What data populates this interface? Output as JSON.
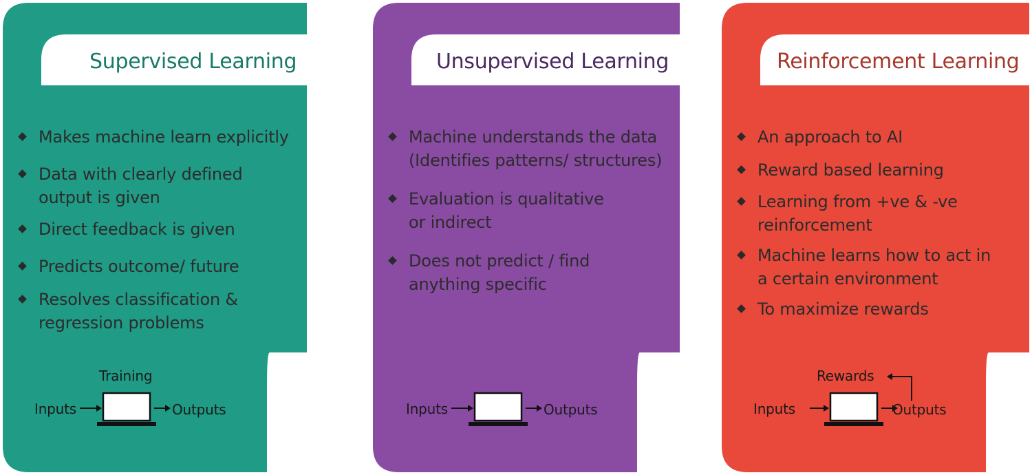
{
  "colors": {
    "supervised": "#1f9b86",
    "unsupervised": "#8a4ba3",
    "reinforcement": "#e8493a",
    "supervised_title": "#197a69",
    "unsupervised_title": "#4a2860",
    "reinforcement_title": "#a7382c"
  },
  "cards": [
    {
      "title": "Supervised Learning",
      "bullets": [
        "Makes machine learn explicitly",
        "Data with clearly defined output is given",
        "Direct feedback is given",
        "Predicts outcome/ future",
        "Resolves classification & regression problems"
      ],
      "diagram": {
        "top_label": "Training",
        "inputs_label": "Inputs",
        "outputs_label": "Outputs",
        "icon": "laptop-icon"
      }
    },
    {
      "title": "Unsupervised Learning",
      "bullets": [
        "Machine understands the data (Identifies patterns/ structures)",
        "Evaluation is qualitative or indirect",
        "Does not predict / find anything specific"
      ],
      "diagram": {
        "inputs_label": "Inputs",
        "outputs_label": "Outputs",
        "icon": "laptop-icon"
      }
    },
    {
      "title": "Reinforcement Learning",
      "bullets": [
        "An approach to AI",
        "Reward based learning",
        "Learning from +ve & -ve reinforcement",
        "Machine learns how to act in a certain environment",
        "To maximize rewards"
      ],
      "diagram": {
        "feedback_label": "Rewards",
        "inputs_label": "Inputs",
        "outputs_label": "Outputs",
        "icon": "laptop-icon"
      }
    }
  ]
}
